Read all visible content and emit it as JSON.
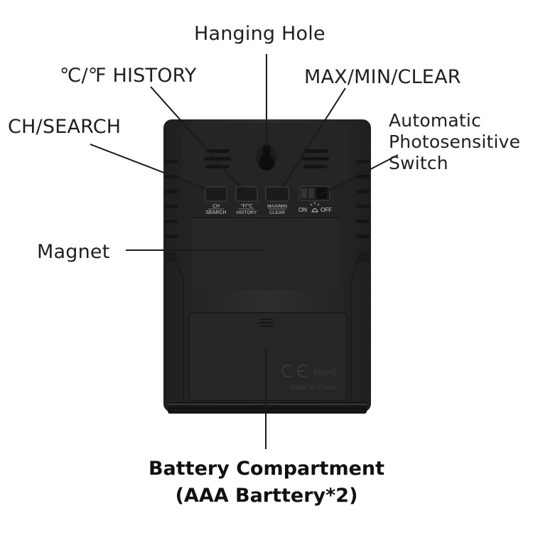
{
  "callouts": {
    "hanging_hole": "Hanging Hole",
    "history": "℃/℉ HISTORY",
    "max_min_clear": "MAX/MIN/CLEAR",
    "ch_search": "CH/SEARCH",
    "auto_switch_line1": "Automatic",
    "auto_switch_line2": "Photosensitive",
    "auto_switch_line3": "Switch",
    "magnet": "Magnet",
    "battery_line1": "Battery Compartment",
    "battery_line2": "(AAA Barttery*2)"
  },
  "device": {
    "body_color": "#2b2b2b",
    "button_labels": {
      "ch_top": "CH",
      "ch_bottom": "SEARCH",
      "f_c_top": "°F/°C",
      "f_c_bottom": "HISTORY",
      "max_min_top": "MAX/MIN",
      "max_min_bottom": "CLEAR",
      "switch_on": "ON",
      "switch_off": "OFF"
    },
    "markings": {
      "ce": "CE",
      "rohs": "RoHS",
      "made_in": "Made in China"
    }
  }
}
